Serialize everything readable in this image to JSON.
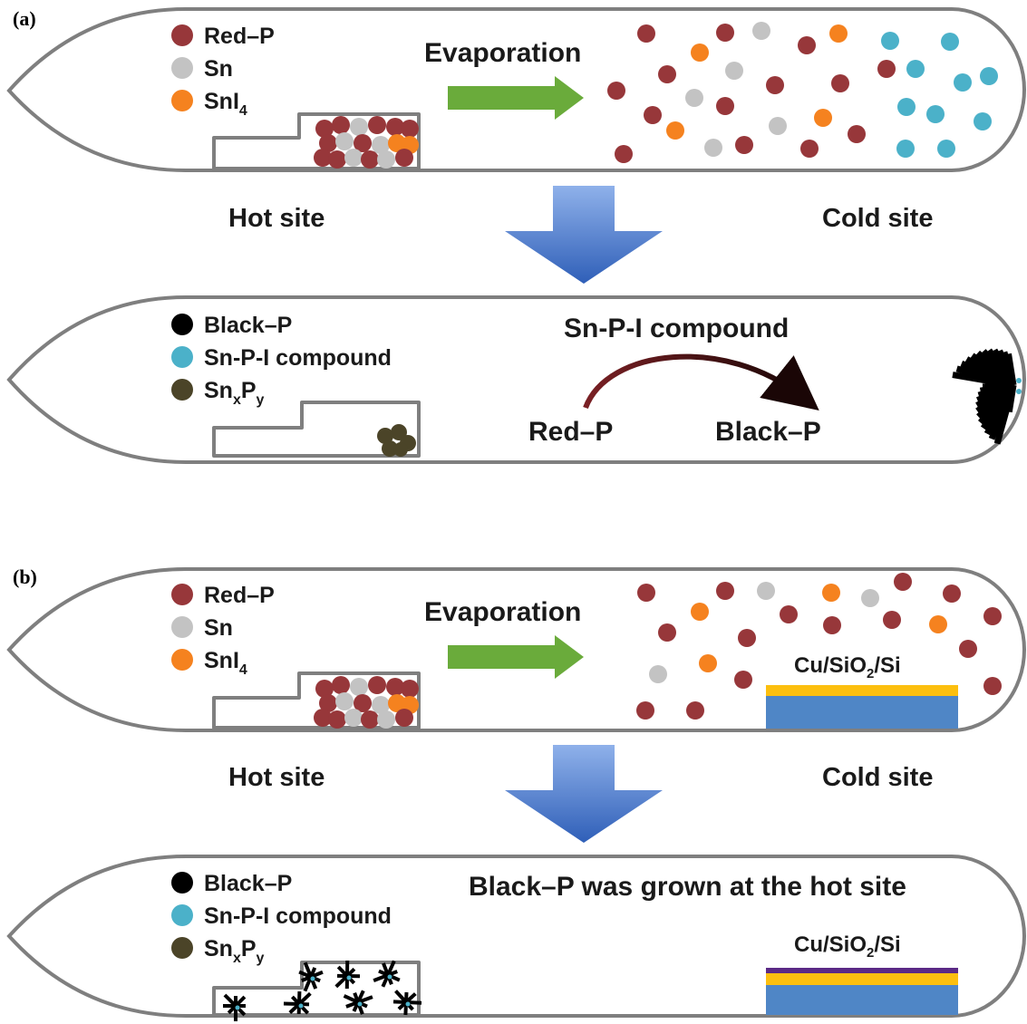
{
  "colors": {
    "red_p": "#97373a",
    "sn": "#c3c3c3",
    "sni4": "#f5821f",
    "black_p": "#000000",
    "snpi": "#4bb1c9",
    "snxpy": "#4b4428",
    "green_arrow": "#6aab3b",
    "blue_arrow": "#3f73c9",
    "tube_stroke": "#7f7f7f",
    "substrate_blue": "#4f86c6",
    "substrate_gold": "#fcbf0f",
    "substrate_purple": "#5b2a86"
  },
  "panel_a": {
    "label": "(a)",
    "top": {
      "legend": [
        {
          "label": "Red–P",
          "color_key": "red_p"
        },
        {
          "label": "Sn",
          "color_key": "sn"
        },
        {
          "label": "SnI",
          "sub": "4",
          "color_key": "sni4"
        }
      ],
      "arrow_label": "Evaporation"
    },
    "hot_site": "Hot site",
    "cold_site": "Cold site",
    "bottom": {
      "legend": [
        {
          "label": "Black–P",
          "color_key": "black_p"
        },
        {
          "label": "Sn-P-I compound",
          "color_key": "snpi"
        },
        {
          "label": "Sn",
          "sub1": "x",
          "mid": "P",
          "sub2": "y",
          "color_key": "snxpy"
        }
      ],
      "compound_title": "Sn-P-I compound",
      "from_label": "Red–P",
      "to_label": "Black–P"
    }
  },
  "panel_b": {
    "label": "(b)",
    "top": {
      "legend": [
        {
          "label": "Red–P",
          "color_key": "red_p"
        },
        {
          "label": "Sn",
          "color_key": "sn"
        },
        {
          "label": "SnI",
          "sub": "4",
          "color_key": "sni4"
        }
      ],
      "arrow_label": "Evaporation",
      "substrate": {
        "pre": "Cu/SiO",
        "sub": "2",
        "post": "/Si"
      }
    },
    "hot_site": "Hot site",
    "cold_site": "Cold site",
    "bottom": {
      "legend": [
        {
          "label": "Black–P",
          "color_key": "black_p"
        },
        {
          "label": "Sn-P-I compound",
          "color_key": "snpi"
        },
        {
          "label": "Sn",
          "sub1": "x",
          "mid": "P",
          "sub2": "y",
          "color_key": "snxpy"
        }
      ],
      "caption": "Black–P was grown at the hot site",
      "substrate": {
        "pre": "Cu/SiO",
        "sub": "2",
        "post": "/Si"
      }
    }
  }
}
